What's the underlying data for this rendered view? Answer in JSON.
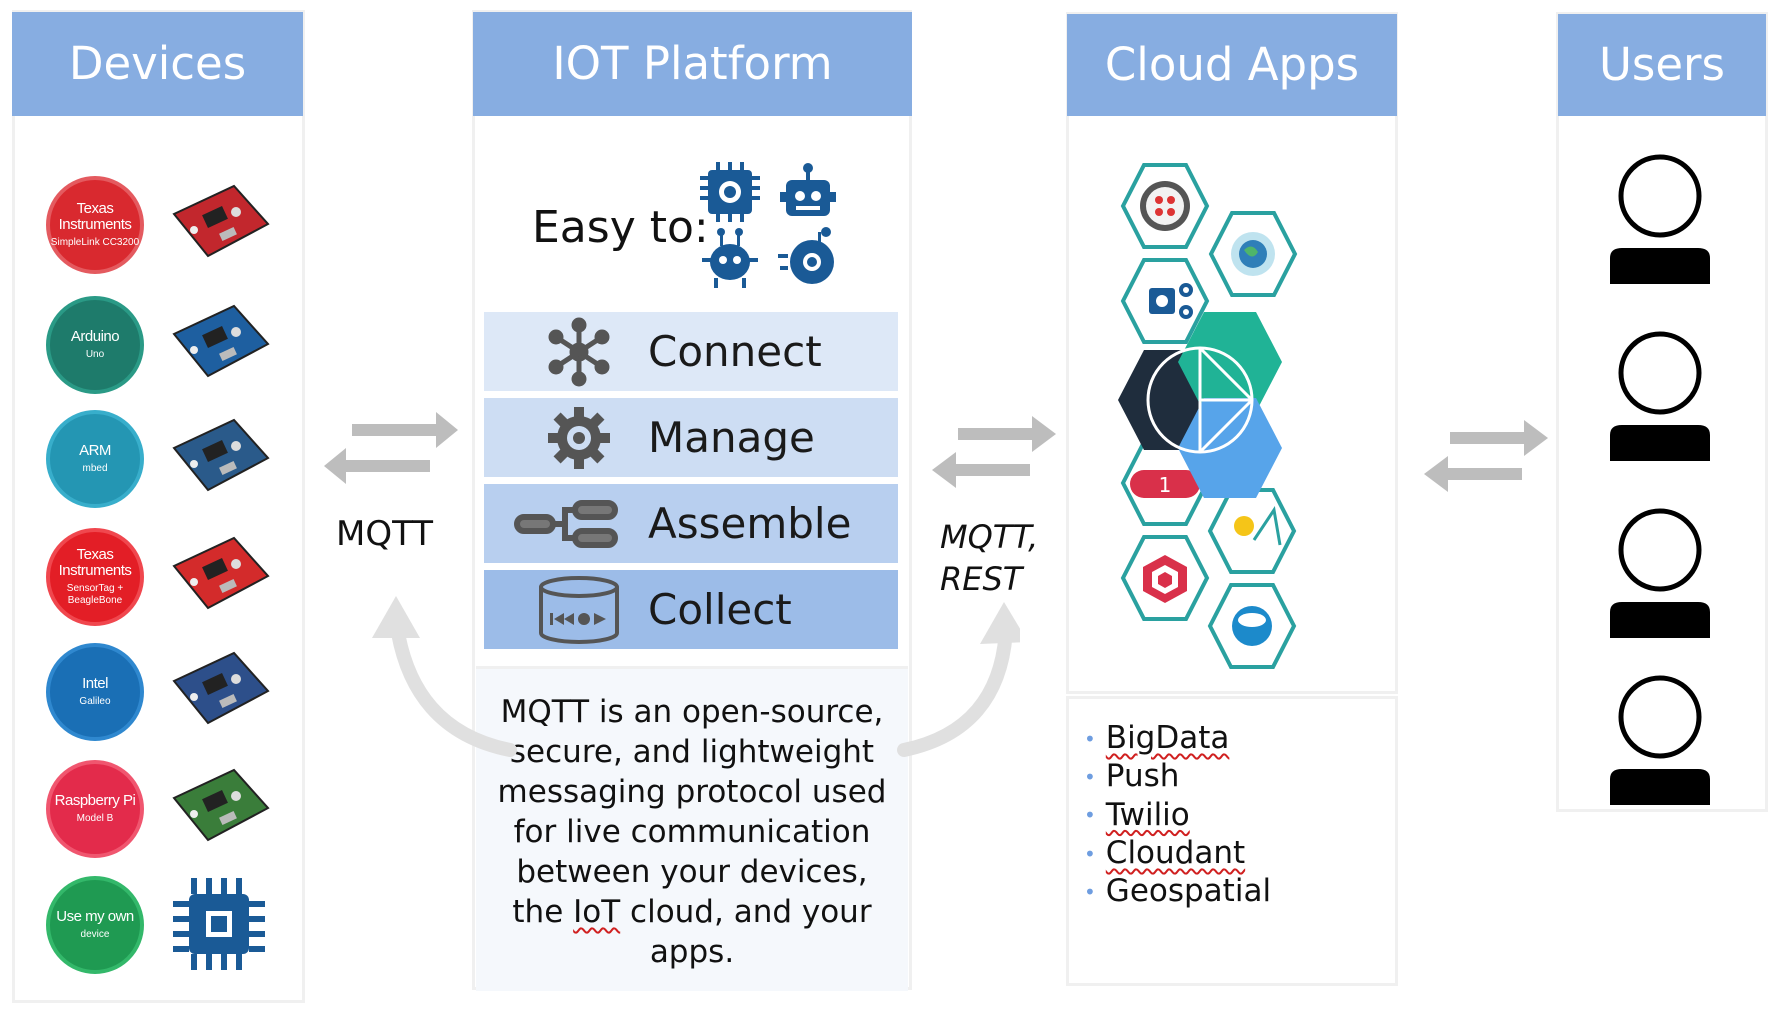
{
  "columns": {
    "devices": {
      "title": "Devices"
    },
    "platform": {
      "title": "IOT Platform"
    },
    "cloud": {
      "title": "Cloud Apps"
    },
    "users": {
      "title": "Users"
    }
  },
  "devices": [
    {
      "name": "Texas Instruments",
      "sub": "SimpleLink CC3200",
      "color": "#d9292f",
      "ring": "#e45a5f"
    },
    {
      "name": "Arduino",
      "sub": "Uno",
      "color": "#1e7b6b",
      "ring": "#2a9a86"
    },
    {
      "name": "ARM",
      "sub": "mbed",
      "color": "#2496b3",
      "ring": "#38aecb"
    },
    {
      "name": "Texas Instruments",
      "sub": "SensorTag + BeagleBone",
      "color": "#e31e26",
      "ring": "#f0474e"
    },
    {
      "name": "Intel",
      "sub": "Galileo",
      "color": "#1a6fb5",
      "ring": "#2f88cf"
    },
    {
      "name": "Raspberry Pi",
      "sub": "Model B",
      "color": "#e32b4b",
      "ring": "#f0566f"
    },
    {
      "name": "Use my own",
      "sub": "device",
      "color": "#1f9a52",
      "ring": "#33b86a"
    }
  ],
  "platform": {
    "easy_to": "Easy to:",
    "actions": [
      "Connect",
      "Manage",
      "Assemble",
      "Collect"
    ],
    "description": {
      "before": "MQTT is an open-source, secure, and lightweight messaging protocol used for live communication between your devices, the ",
      "iot": "IoT",
      "after": " cloud, and your apps."
    }
  },
  "connectors": {
    "left_protocol": "MQTT",
    "right_protocol_1": "MQTT,",
    "right_protocol_2": "REST"
  },
  "cloud_services": [
    "BigData",
    "Push",
    "Twilio",
    "Cloudant",
    "Geospatial"
  ],
  "users_count": 4,
  "colors": {
    "header": "#87ade1",
    "row_light": "#dde8f7",
    "row_dark": "#b8cfef",
    "icon_blue": "#1a5a96",
    "teal_hex": "#2aa1a0"
  }
}
